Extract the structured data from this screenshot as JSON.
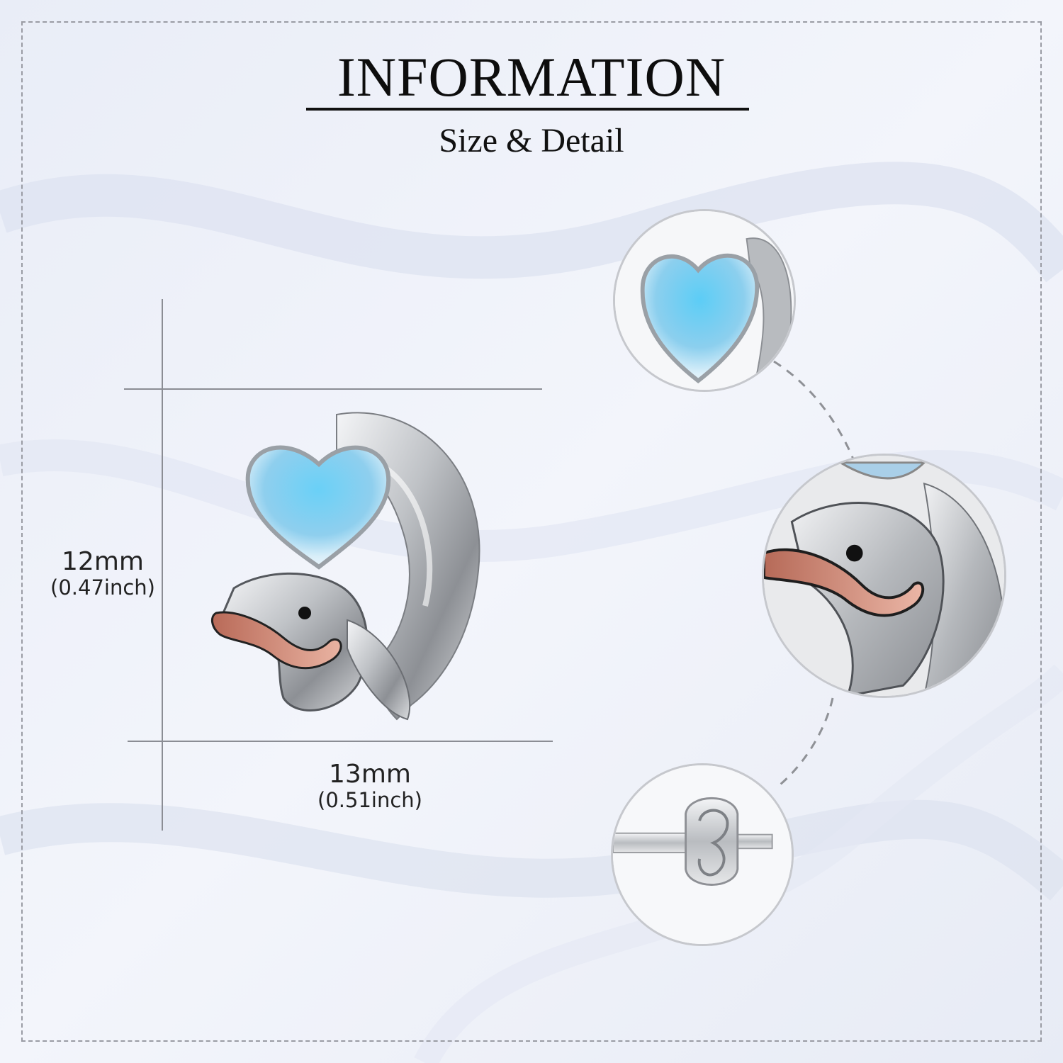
{
  "header": {
    "title": "INFORMATION",
    "subtitle": "Size & Detail"
  },
  "dimensions": {
    "height": {
      "value": "12mm",
      "inch": "(0.47inch)"
    },
    "width": {
      "value": "13mm",
      "inch": "(0.51inch)"
    }
  },
  "product": {
    "image": "dolphin-heart-stud-earring",
    "details": [
      "heart-moonstone-detail",
      "dolphin-head-detail",
      "earring-back-detail"
    ]
  },
  "colors": {
    "background": "#eef1f8",
    "border": "#9a9ca4",
    "text": "#111111",
    "moonstone": "#7fc6ec",
    "silver": "#c9cbcf",
    "rose_gold": "#d9927e"
  }
}
